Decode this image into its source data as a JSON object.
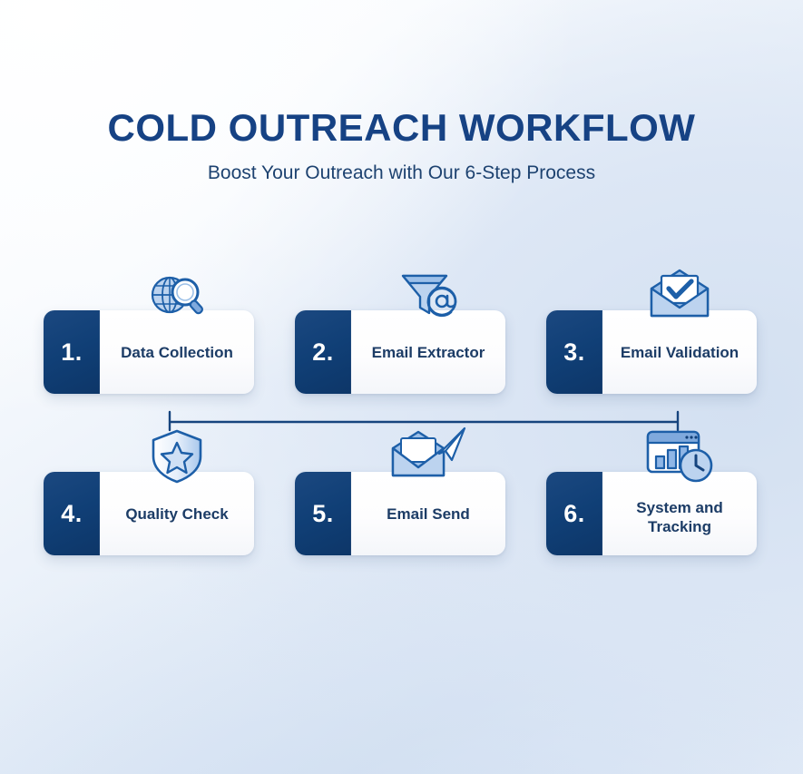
{
  "header": {
    "title": "COLD OUTREACH WORKFLOW",
    "subtitle": "Boost Your Outreach with Our 6-Step Process"
  },
  "theme": {
    "navy": "#103f76",
    "title_blue": "#164284",
    "label_navy": "#1c3c66",
    "icon_fill_light": "#c3d8f2",
    "icon_stroke": "#1d5fa8",
    "card_bg": "#ffffff",
    "background_light": "#ffffff",
    "background_blue": "#d9e4f3"
  },
  "rows": [
    {
      "name": "row-top",
      "cards": [
        {
          "number": "1.",
          "label": "Data Collection",
          "icon": "globe-search-icon"
        },
        {
          "number": "2.",
          "label": "Email Extractor",
          "icon": "funnel-at-icon"
        },
        {
          "number": "3.",
          "label": "Email Validation",
          "icon": "envelope-check-icon"
        }
      ]
    },
    {
      "name": "row-bottom",
      "cards": [
        {
          "number": "4.",
          "label": "Quality Check",
          "icon": "shield-star-icon"
        },
        {
          "number": "5.",
          "label": "Email Send",
          "icon": "envelope-plane-icon"
        },
        {
          "number": "6.",
          "label": "System and Tracking",
          "icon": "dashboard-clock-icon"
        }
      ]
    }
  ],
  "connectors": {
    "arrow_icon": "arrow-right-icon",
    "row_link_icon": "row-bracket-connector"
  }
}
